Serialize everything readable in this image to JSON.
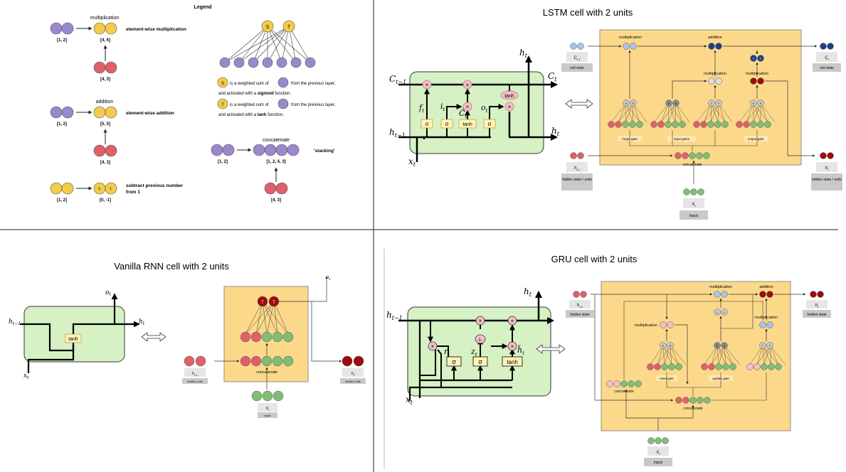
{
  "legend": {
    "title": "Legend",
    "mult_label": "multiplication",
    "mult_in": "[1, 2]",
    "mult_out": "[4, 6]",
    "mult_other": "[4, 3]",
    "mult_desc": "element-wise multiplication",
    "add_label": "addition",
    "add_in": "[1, 2]",
    "add_out": "[5, 5]",
    "add_other": "[4, 3]",
    "add_desc": "element-wise addition",
    "sub_in": "[1, 2]",
    "sub_out": "[0, -1]",
    "sub_desc1": "subtract previous number",
    "sub_desc2": "from 1",
    "sub_node": "1-",
    "s_letter": "S",
    "t_letter": "T",
    "s_desc_a": "is a weighted sum of",
    "s_desc_b": "from the previous layer,",
    "s_desc_c1": "and activated with a",
    "s_desc_c2": "sigmoid",
    "s_desc_c3": "function.",
    "t_desc_a": "is a weighted sum of",
    "t_desc_b": "from the previous layer,",
    "t_desc_c1": "and activated with a",
    "t_desc_c2": "tanh",
    "t_desc_c3": "function.",
    "concat_label": "concatenate",
    "concat_in": "[1, 2]",
    "concat_out": "[1, 2, 4, 3]",
    "concat_other": "[4, 3]",
    "stacking": "'stacking'"
  },
  "lstm": {
    "title": "LSTM cell with 2 units",
    "c_prev": "C",
    "c_prev_sub": "t−1",
    "c_t": "C",
    "c_t_sub": "t",
    "h_prev": "h",
    "h_prev_sub": "t−1",
    "h_t": "h",
    "h_t_sub": "t",
    "h_top": "h",
    "h_top_sub": "t",
    "x_t": "x",
    "x_t_sub": "t",
    "f_t": "f",
    "i_t": "i",
    "c_tilde": "C̃",
    "o_t": "o",
    "sub_t": "t",
    "sigma": "σ",
    "tanh": "tanh",
    "times": "×",
    "plus": "+",
    "multiplication1": "multiplication",
    "addition": "addition",
    "multiplication2": "multiplication",
    "multiplication3": "multiplication",
    "forget_gate": "forget gate",
    "input_gates": "input gates",
    "output_gate": "output gate",
    "concatenate": "concatenate",
    "cell_state_in_label": "C",
    "cell_state_in_sub": "t-1",
    "cell_state_in": "cell state",
    "cell_state_out_label": "C",
    "cell_state_out_sub": "t",
    "cell_state_out": "cell state",
    "hidden_in_label": "h",
    "hidden_in_sub": "t-1",
    "hidden_in": "hidden state / units",
    "hidden_out_label": "h",
    "hidden_out_sub": "t",
    "hidden_out": "hidden state / units",
    "input_label": "X",
    "input_sub": "t",
    "input": "input",
    "s_letter": "S",
    "t_letter": "T"
  },
  "rnn": {
    "title": "Vanilla RNN cell with 2 units",
    "h_prev": "h",
    "h_prev_sub": "t−1",
    "h_t": "h",
    "h_t_sub": "t",
    "o_t": "o",
    "o_t_sub": "t",
    "x_t": "x",
    "x_t_sub": "t",
    "tanh": "tanh",
    "t_letter": "T",
    "concatenate": "concatenate",
    "hidden_in_label": "h",
    "hidden_in_sub": "t-1",
    "hidden_in": "hidden units",
    "hidden_out_label": "h",
    "hidden_out_sub": "t",
    "hidden_out": "hidden units",
    "input_label": "X",
    "input_sub": "t",
    "input": "input",
    "o_out": "o",
    "o_out_sub": "t"
  },
  "gru": {
    "title": "GRU cell with 2 units",
    "h_prev": "h",
    "h_prev_sub": "t−1",
    "h_t": "h",
    "h_t_sub": "t",
    "x_t": "x",
    "x_t_sub": "t",
    "r_t": "r",
    "z_t": "z",
    "h_tilde": "h̃",
    "sub_t": "t",
    "sigma": "σ",
    "tanh": "tanh",
    "times": "×",
    "plus": "+",
    "one_minus": "1-",
    "multiplication_top": "multiplication",
    "addition": "addition",
    "multiplication_left": "multiplication",
    "multiplication_right": "multiplication",
    "reset_gate": "reset gate",
    "update_gate": "update gate",
    "concatenate_left": "concatenate",
    "concatenate_mid": "concatenate",
    "hidden_in_label": "h",
    "hidden_in_sub": "t-1",
    "hidden_in": "hidden state",
    "hidden_out_label": "h",
    "hidden_out_sub": "t",
    "hidden_out": "hidden state",
    "input_label": "X",
    "input_sub": "t",
    "input": "input",
    "s_letter": "S",
    "t_letter": "T",
    "node_1": "1-"
  },
  "colors": {
    "purple": "#9B88CC",
    "yellow": "#F2CC4A",
    "red": "#E0606A",
    "green": "#7FBF72",
    "darkred": "#9E0B0F",
    "blue_light": "#A9C4EA",
    "blue_dark": "#1F3F84",
    "panel_yellow": "#FCD98A",
    "panel_green": "#D6F1C4",
    "pink": "#F1BFC8"
  }
}
